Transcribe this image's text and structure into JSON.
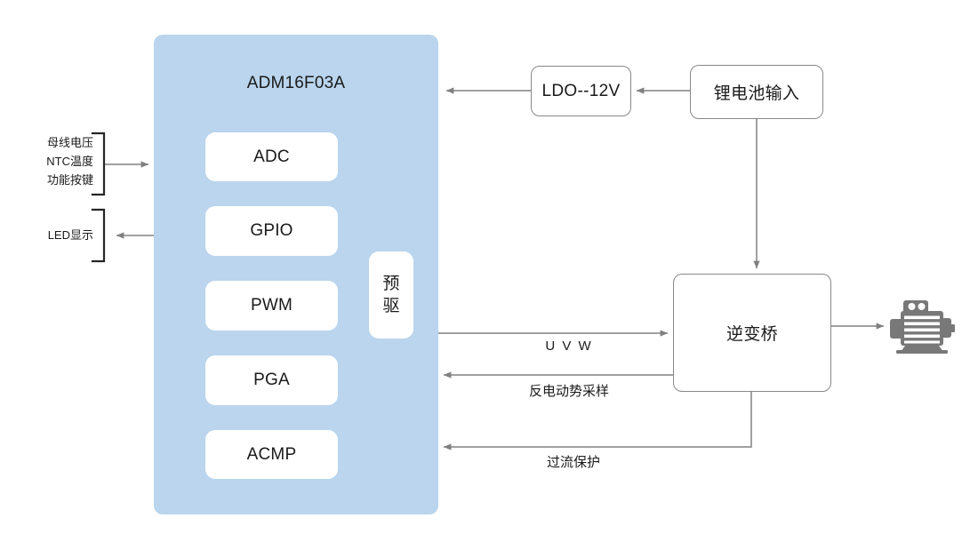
{
  "diagram": {
    "title": "ADM16F03A",
    "mcu": {
      "label": "ADM16F03A",
      "peripherals": [
        {
          "label": "ADC"
        },
        {
          "label": "GPIO"
        },
        {
          "label": "PWM"
        },
        {
          "label": "PGA"
        },
        {
          "label": "ACMP"
        }
      ],
      "predriver": {
        "line1": "预",
        "line2": "驱"
      }
    },
    "boxes": {
      "ldo": "LDO--12V",
      "battery": "锂电池输入",
      "inverter": "逆变桥"
    },
    "left_signals": {
      "group_in": [
        "母线电压",
        "NTC温度",
        "功能按键"
      ],
      "group_out": [
        "LED显示"
      ]
    },
    "wire_labels": {
      "uvw": "U V W",
      "bemf": "反电动势采样",
      "ocp": "过流保护"
    },
    "icons": {
      "motor": "electric-motor-icon"
    },
    "colors": {
      "panel_fill": "#bad5ed",
      "block_fill": "#ffffff",
      "wire": "#808080",
      "bracket": "#262626",
      "motor": "#787878",
      "text": "#1a1a1a"
    }
  }
}
